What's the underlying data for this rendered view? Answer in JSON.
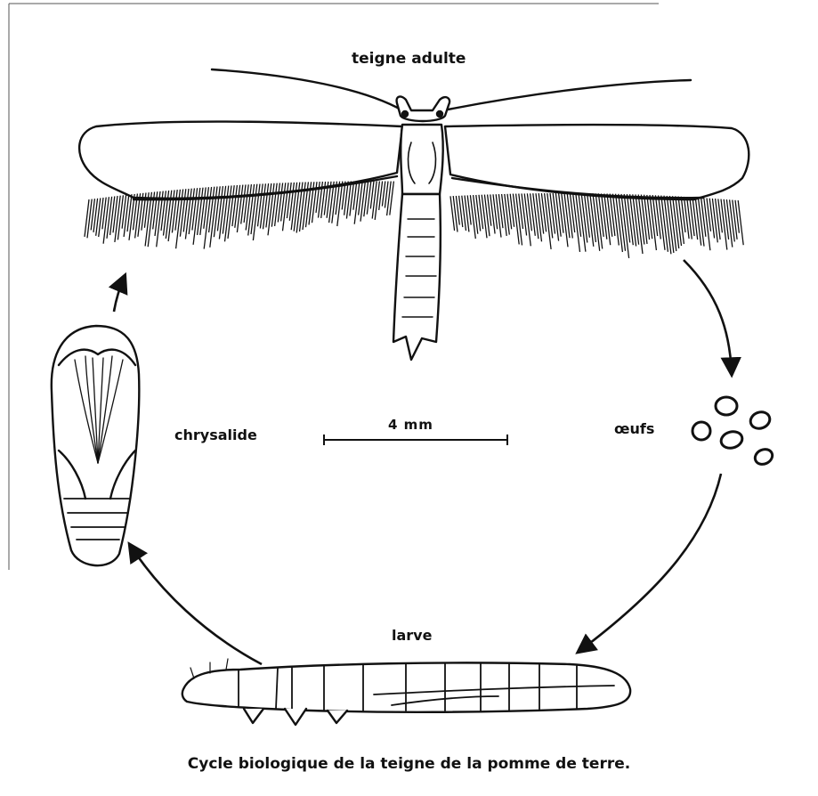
{
  "labels": {
    "adult": "teigne adulte",
    "eggs": "œufs",
    "pupa": "chrysalide",
    "larva": "larve",
    "scale": "4 mm"
  },
  "caption": "Cycle biologique de la teigne de la pomme de terre.",
  "stages": [
    "teigne adulte",
    "œufs",
    "larve",
    "chrysalide"
  ],
  "colors": {
    "ink": "#111111",
    "paper": "#ffffff"
  }
}
